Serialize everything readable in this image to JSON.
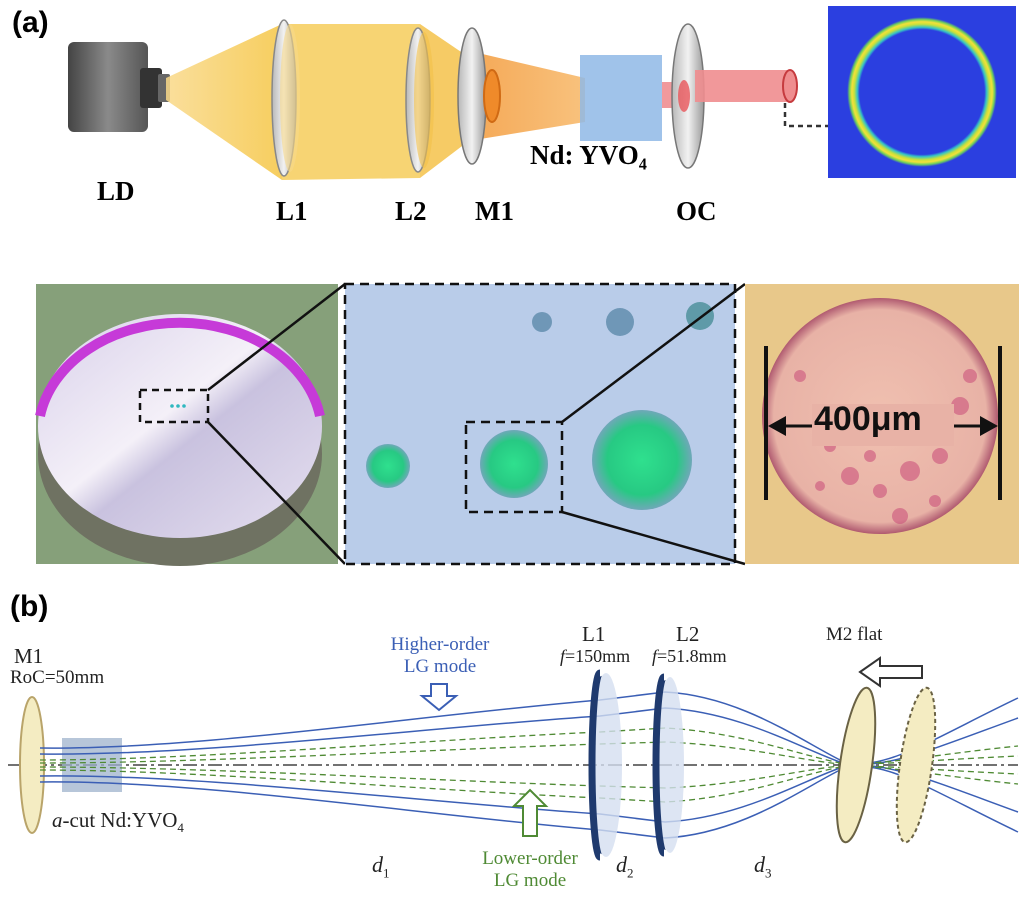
{
  "panel_a": {
    "label": "(a)",
    "components": {
      "ld": "LD",
      "l1": "L1",
      "l2": "L2",
      "m1": "M1",
      "crystal": "Nd: YVO₄",
      "oc": "OC"
    },
    "micrograph": {
      "scale_label": "400μm"
    }
  },
  "panel_b": {
    "label": "(b)",
    "m1_title": "M1",
    "m1_roc": "RoC=50mm",
    "crystal_prefix": "a",
    "crystal_rest": "-cut Nd:YVO",
    "crystal_sub": "4",
    "higher_order_line1": "Higher-order",
    "higher_order_line2": "LG mode",
    "lower_order_line1": "Lower-order",
    "lower_order_line2": "LG mode",
    "l1_title": "L1",
    "l1_focal_prefix": "f",
    "l1_focal_value": "=150mm",
    "l2_title": "L2",
    "l2_focal_prefix": "f",
    "l2_focal_value": "=51.8mm",
    "m2_label": "M2 flat",
    "d1_main": "d",
    "d1_sub": "1",
    "d2_main": "d",
    "d2_sub": "2",
    "d3_main": "d",
    "d3_sub": "3"
  },
  "colors": {
    "higher_order_beam": "#3b5fb5",
    "lower_order_beam": "#4f8a34",
    "pump_beam": "#f5c542",
    "laser_beam": "#e8555a",
    "lens_dark": "#1f3a6e"
  }
}
